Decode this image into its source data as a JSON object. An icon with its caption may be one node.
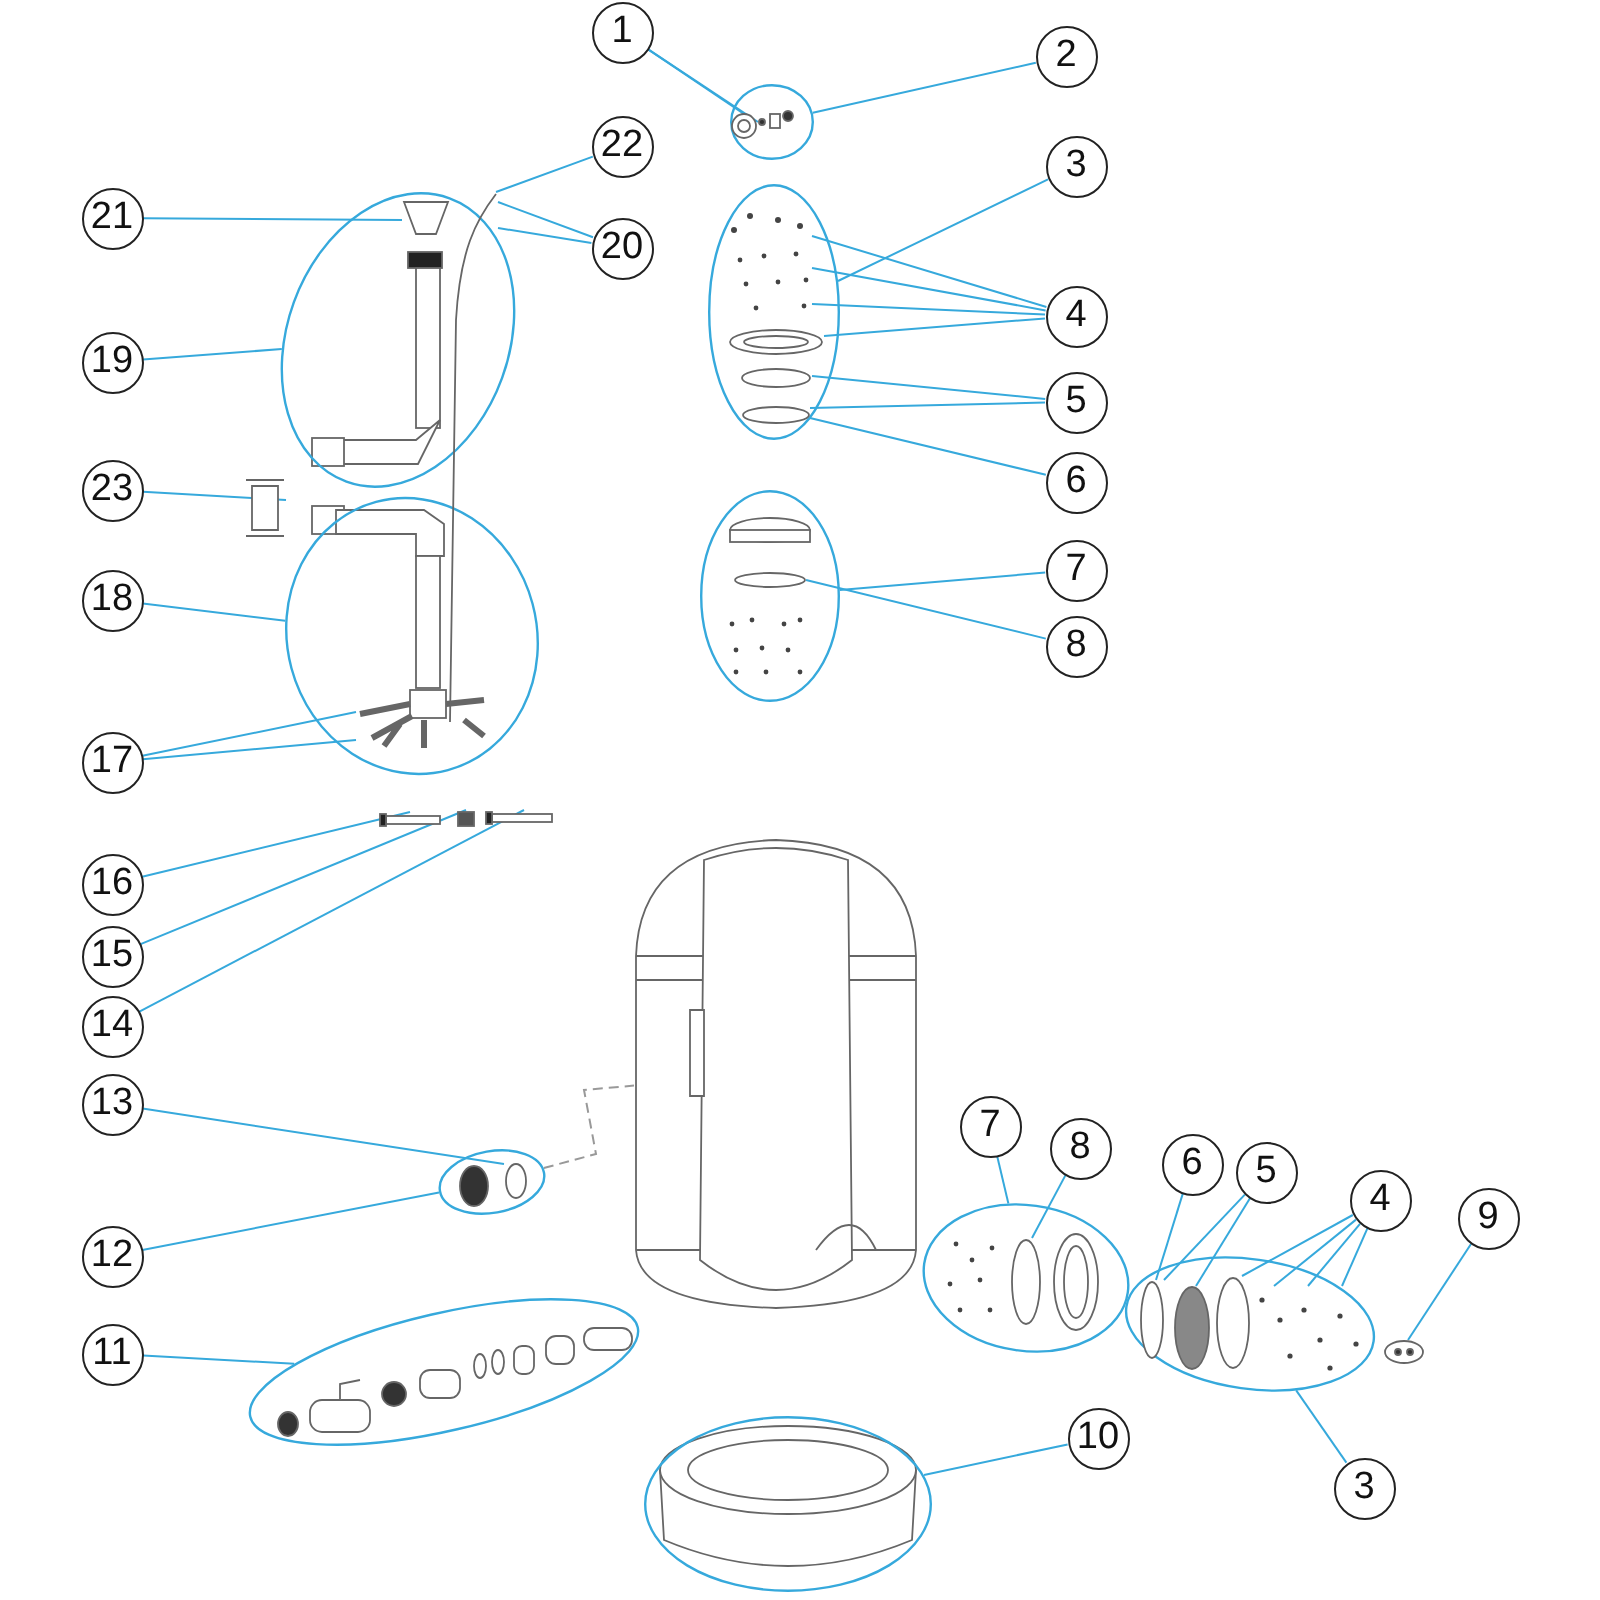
{
  "diagram": {
    "nodes": [
      {
        "text": [
          "1"
        ]
      },
      {
        "text": [
          "2"
        ]
      },
      {
        "text": [
          "22"
        ]
      },
      {
        "text": [
          "3"
        ]
      },
      {
        "text": [
          "21"
        ]
      },
      {
        "text": [
          "20"
        ]
      },
      {
        "text": [
          "4"
        ]
      },
      {
        "text": [
          "19"
        ]
      },
      {
        "text": [
          "5"
        ]
      },
      {
        "text": [
          "6"
        ]
      },
      {
        "text": [
          "23"
        ]
      },
      {
        "text": [
          "7"
        ]
      },
      {
        "text": [
          "18"
        ]
      },
      {
        "text": [
          "8"
        ]
      },
      {
        "text": [
          "17"
        ]
      },
      {
        "text": [
          "16"
        ]
      },
      {
        "text": [
          "15"
        ]
      },
      {
        "text": [
          "14"
        ]
      },
      {
        "text": [
          "13"
        ]
      },
      {
        "text": [
          "7"
        ]
      },
      {
        "text": [
          "8"
        ]
      },
      {
        "text": [
          "6"
        ]
      },
      {
        "text": [
          "5"
        ]
      },
      {
        "text": [
          "4"
        ]
      },
      {
        "text": [
          "9"
        ]
      },
      {
        "text": [
          "12"
        ]
      },
      {
        "text": [
          "11"
        ]
      },
      {
        "text": [
          "10"
        ]
      },
      {
        "text": [
          "3"
        ]
      },
      {
        "text": [],
        "shape": "ellipse"
      },
      {
        "text": [],
        "shape": "ellipse"
      },
      {
        "text": [],
        "shape": "ellipse"
      },
      {
        "text": [],
        "shape": "ellipse"
      },
      {
        "text": [],
        "shape": "ellipse"
      },
      {
        "text": [],
        "shape": "ellipse"
      },
      {
        "text": [],
        "shape": "picture"
      },
      {
        "text": [],
        "shape": "ellipse"
      },
      {
        "text": [],
        "shape": "ellipse"
      },
      {
        "text": [],
        "shape": "ellipse"
      },
      {
        "text": [],
        "shape": "ellipse"
      },
      {
        "text": [],
        "shape": "picture",
        "in": 29
      },
      {
        "text": [],
        "shape": "picture",
        "in": 29
      },
      {
        "text": [],
        "shape": "picture"
      },
      {
        "text": [],
        "shape": "picture",
        "in": 30
      },
      {
        "text": [],
        "shape": "picture",
        "in": 31
      },
      {
        "text": [],
        "shape": "picture",
        "in": 31
      },
      {
        "text": [],
        "shape": "circle",
        "in": 31
      },
      {
        "text": [],
        "shape": "circle",
        "in": 31
      },
      {
        "text": [],
        "shape": "picture"
      },
      {
        "text": [],
        "shape": "circle",
        "in": 33
      },
      {
        "text": [],
        "shape": "picture",
        "in": 32
      },
      {
        "text": [],
        "shape": "box"
      },
      {
        "text": [],
        "shape": "box"
      },
      {
        "text": [],
        "shape": "box"
      },
      {
        "text": [],
        "shape": "circle",
        "in": 34
      },
      {
        "text": [],
        "shape": "circle",
        "in": 36
      },
      {
        "text": [],
        "shape": "circle",
        "in": 37
      },
      {
        "text": [],
        "shape": "circle",
        "in": 37
      },
      {
        "text": [],
        "shape": "circle",
        "in": 37
      },
      {
        "text": [],
        "shape": "picture",
        "in": 37
      },
      {
        "text": [],
        "shape": "picture"
      }
    ],
    "edges": [
      {
        "from": 0,
        "to": 40,
        "arrow": "none"
      },
      {
        "from": 0,
        "to": 41,
        "arrow": "none"
      },
      {
        "from": 1,
        "to": 29,
        "arrow": "none"
      },
      {
        "from": 2,
        "to": 42,
        "arrow": "none"
      },
      {
        "from": 3,
        "to": 31,
        "arrow": "none"
      },
      {
        "from": 4,
        "to": 43,
        "arrow": "none"
      },
      {
        "from": 5,
        "to": 42,
        "arrow": "none"
      },
      {
        "from": 5,
        "to": 42,
        "arrow": "none"
      },
      {
        "from": 6,
        "to": 44,
        "arrow": "none"
      },
      {
        "from": 6,
        "to": 44,
        "arrow": "none"
      },
      {
        "from": 6,
        "to": 44,
        "arrow": "none"
      },
      {
        "from": 6,
        "to": 45,
        "arrow": "none"
      },
      {
        "from": 7,
        "to": 30,
        "arrow": "none"
      },
      {
        "from": 8,
        "to": 46,
        "arrow": "none"
      },
      {
        "from": 8,
        "to": 47,
        "arrow": "none"
      },
      {
        "from": 9,
        "to": 47,
        "arrow": "none"
      },
      {
        "from": 10,
        "to": 48,
        "arrow": "none"
      },
      {
        "from": 11,
        "to": 33,
        "arrow": "none"
      },
      {
        "from": 12,
        "to": 32,
        "arrow": "none"
      },
      {
        "from": 13,
        "to": 49,
        "arrow": "none"
      },
      {
        "from": 14,
        "to": 50,
        "arrow": "none"
      },
      {
        "from": 14,
        "to": 50,
        "arrow": "none"
      },
      {
        "from": 15,
        "to": 51,
        "arrow": "none"
      },
      {
        "from": 16,
        "to": 52,
        "arrow": "none"
      },
      {
        "from": 17,
        "to": 53,
        "arrow": "none"
      },
      {
        "from": 18,
        "to": 54,
        "arrow": "none"
      },
      {
        "from": 19,
        "to": 36,
        "arrow": "none"
      },
      {
        "from": 20,
        "to": 55,
        "arrow": "none"
      },
      {
        "from": 21,
        "to": 56,
        "arrow": "none"
      },
      {
        "from": 22,
        "to": 56,
        "arrow": "none"
      },
      {
        "from": 22,
        "to": 57,
        "arrow": "none"
      },
      {
        "from": 23,
        "to": 58,
        "arrow": "none"
      },
      {
        "from": 23,
        "to": 59,
        "arrow": "none"
      },
      {
        "from": 23,
        "to": 59,
        "arrow": "none"
      },
      {
        "from": 23,
        "to": 59,
        "arrow": "none"
      },
      {
        "from": 24,
        "to": 60,
        "arrow": "none"
      },
      {
        "from": 25,
        "to": 34,
        "arrow": "none"
      },
      {
        "from": 26,
        "to": 38,
        "arrow": "none"
      },
      {
        "from": 27,
        "to": 39,
        "arrow": "none"
      },
      {
        "from": 28,
        "to": 37,
        "arrow": "none"
      },
      {
        "from": 34,
        "to": 35,
        "arrow": "none",
        "style": "dashed",
        "color": "#999999"
      }
    ]
  }
}
